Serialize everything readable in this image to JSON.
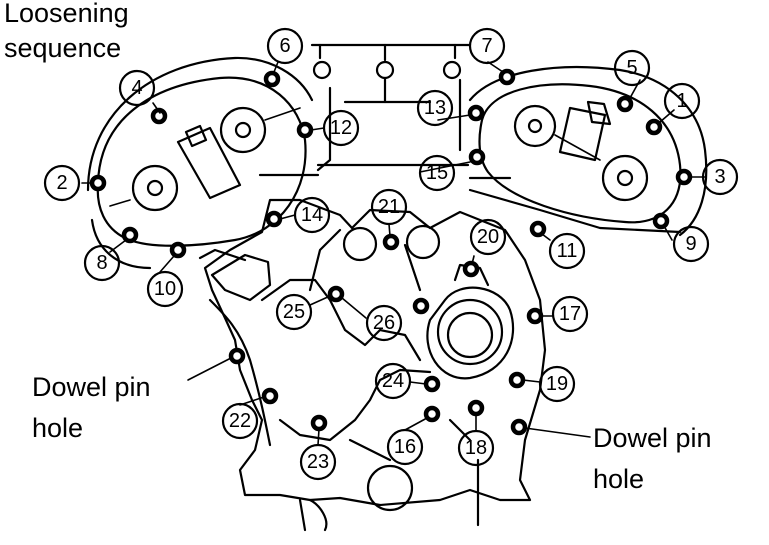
{
  "labels": {
    "title_line1": "Loosening",
    "title_line2": "sequence",
    "dowel_left_line1": "Dowel pin",
    "dowel_left_line2": "hole",
    "dowel_right_line1": "Dowel pin",
    "dowel_right_line2": "hole"
  },
  "sequence": [
    "1",
    "2",
    "3",
    "4",
    "5",
    "6",
    "7",
    "8",
    "9",
    "10",
    "11",
    "12",
    "13",
    "14",
    "15",
    "16",
    "17",
    "18",
    "19",
    "20",
    "21",
    "22",
    "23",
    "24",
    "25",
    "26"
  ]
}
